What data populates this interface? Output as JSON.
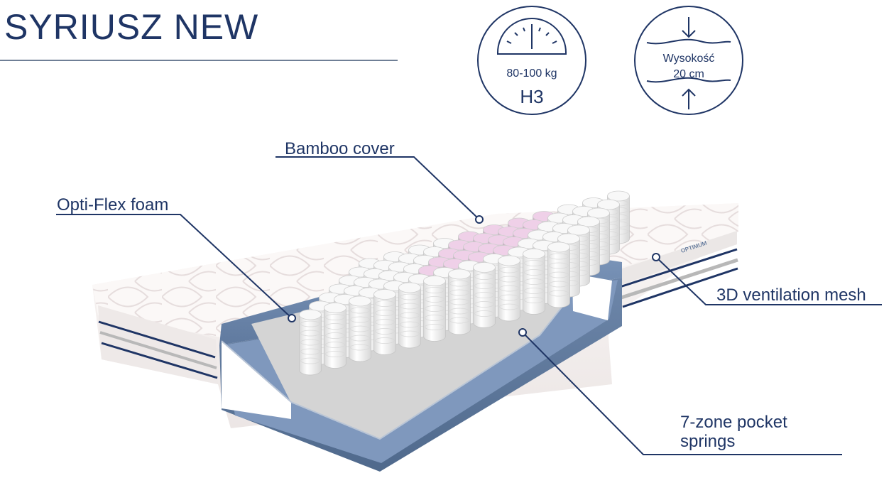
{
  "product": {
    "title": "SYRIUSZ NEW"
  },
  "badges": {
    "firmness": {
      "weight": "80-100 kg",
      "level": "H3",
      "icon": "firmness-gauge-icon"
    },
    "height": {
      "label": "Wysokość",
      "value": "20 cm",
      "icon": "height-arrows-icon"
    }
  },
  "callouts": {
    "bamboo_cover": "Bamboo cover",
    "opti_flex": "Opti-Flex foam",
    "ventilation": "3D ventilation mesh",
    "springs_line1": "7-zone pocket",
    "springs_line2": "springs"
  },
  "colors": {
    "navy": "#1f3565",
    "foam_blue": "#6f88ac",
    "cover_white": "#f7f2f0",
    "spring_white": "#f1f1f1",
    "spring_pink": "#ddb9d6"
  }
}
